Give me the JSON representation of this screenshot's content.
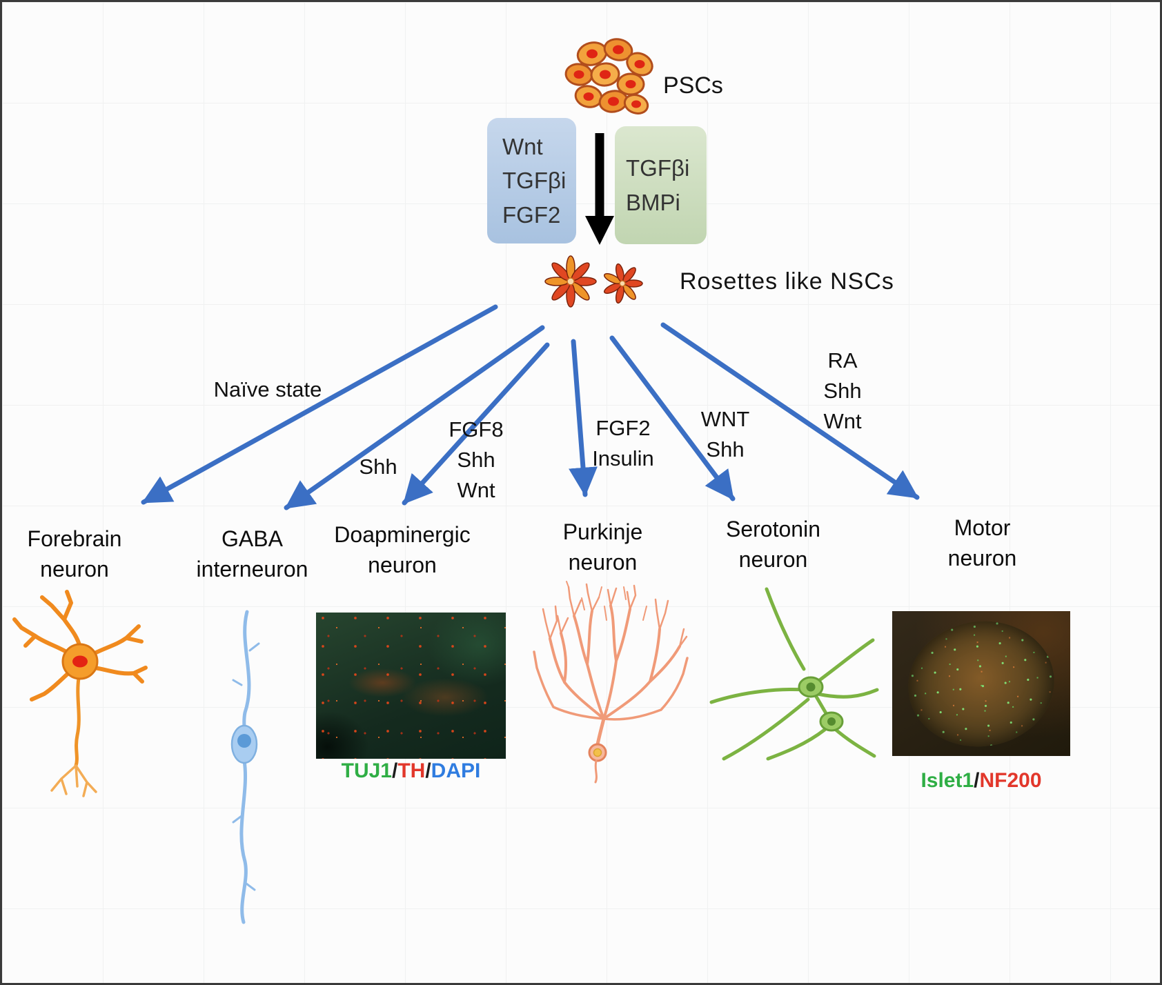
{
  "figure": {
    "type": "psc-neural-differentiation-diagram"
  },
  "colors": {
    "arrow_blue": "#3b6fc4",
    "box_left_bg": "#b7cbe7",
    "box_right_bg": "#cfe0c0",
    "psc_cell_orange": "#f2a23c",
    "rosette_red": "#e04722",
    "stain_green": "#2fae45",
    "stain_red": "#e2372b",
    "stain_blue": "#2f7ce0"
  },
  "psc": {
    "label": "PSCs"
  },
  "induction": {
    "left_box_lines": [
      "Wnt",
      "TGFβi",
      "FGF2"
    ],
    "right_box_lines": [
      "TGFβi",
      "BMPi"
    ]
  },
  "nsc": {
    "label": "Rosettes like NSCs"
  },
  "branches": [
    {
      "factors": [
        "Naïve state"
      ],
      "neuron": [
        "Forebrain",
        "neuron"
      ]
    },
    {
      "factors": [
        "Shh"
      ],
      "neuron": [
        "GABA",
        "interneuron"
      ]
    },
    {
      "factors": [
        "FGF8",
        "Shh",
        "Wnt"
      ],
      "neuron": [
        "Doapminergic",
        "neuron"
      ],
      "stain": [
        {
          "t": "TUJ1",
          "c": "#2fae45"
        },
        {
          "t": "/",
          "c": "#1c1c1c"
        },
        {
          "t": "TH",
          "c": "#e2372b"
        },
        {
          "t": "/",
          "c": "#1c1c1c"
        },
        {
          "t": "DAPI",
          "c": "#2f7ce0"
        }
      ]
    },
    {
      "factors": [
        "FGF2",
        "Insulin"
      ],
      "neuron": [
        "Purkinje",
        "neuron"
      ]
    },
    {
      "factors": [
        "WNT",
        "Shh"
      ],
      "neuron": [
        "Serotonin",
        "neuron"
      ]
    },
    {
      "factors": [
        "RA",
        "Shh",
        "Wnt"
      ],
      "neuron": [
        "Motor",
        "neuron"
      ],
      "stain": [
        {
          "t": "Islet1",
          "c": "#2fae45"
        },
        {
          "t": "/",
          "c": "#1c1c1c"
        },
        {
          "t": "NF200",
          "c": "#e2372b"
        }
      ]
    }
  ]
}
